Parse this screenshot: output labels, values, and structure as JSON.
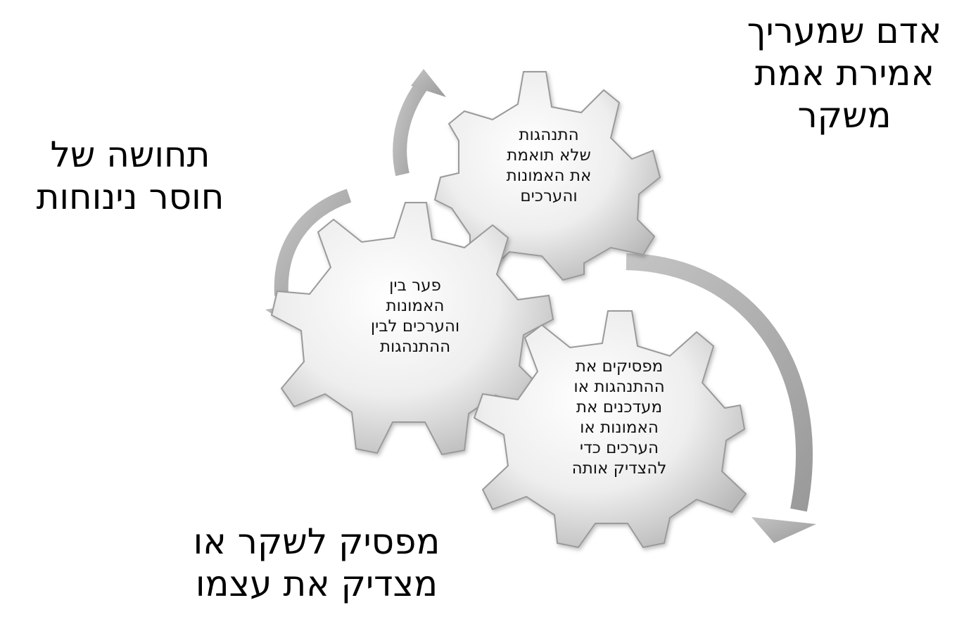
{
  "captions": {
    "top_right": [
      "אדם שמעריך",
      "אמירת אמת",
      "משקר"
    ],
    "left": [
      "תחושה של",
      "חוסר נינוחות"
    ],
    "bottom": [
      "מפסיק לשקר או",
      "מצדיק את עצמו"
    ]
  },
  "gears": {
    "top": [
      "התנהגות",
      "שלא תואמת",
      "את האמונות",
      "והערכים"
    ],
    "middle": [
      "פער בין",
      "האמונות",
      "והערכים לבין",
      "ההתנהגות"
    ],
    "bottom": [
      "מפסיקים את",
      "ההתנהגות או",
      "מעדכנים את",
      "האמונות או",
      "הערכים כדי",
      "להצדיק אותה"
    ]
  },
  "colors": {
    "gear_fill_light": "#ffffff",
    "gear_fill_dark": "#b8b8b8",
    "gear_stroke": "#9a9a9a",
    "arrow_fill": "#a9a9a9"
  }
}
